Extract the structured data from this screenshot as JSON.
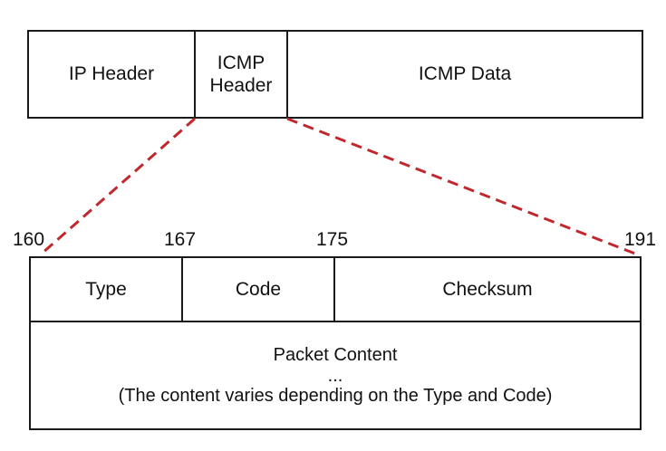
{
  "packet": {
    "ip_header": "IP Header",
    "icmp_header_line1": "ICMP",
    "icmp_header_line2": "Header",
    "icmp_data": "ICMP Data"
  },
  "bit_offsets": {
    "start": "160",
    "type_end": "167",
    "code_end": "175",
    "end": "191"
  },
  "icmp_header": {
    "type": "Type",
    "code": "Code",
    "checksum": "Checksum",
    "content_title": "Packet Content",
    "content_ellipsis": "...",
    "content_note": "(The content varies depending on the Type and Code)"
  },
  "colors": {
    "border": "#1a1a1a",
    "connector": "#c0282d"
  }
}
